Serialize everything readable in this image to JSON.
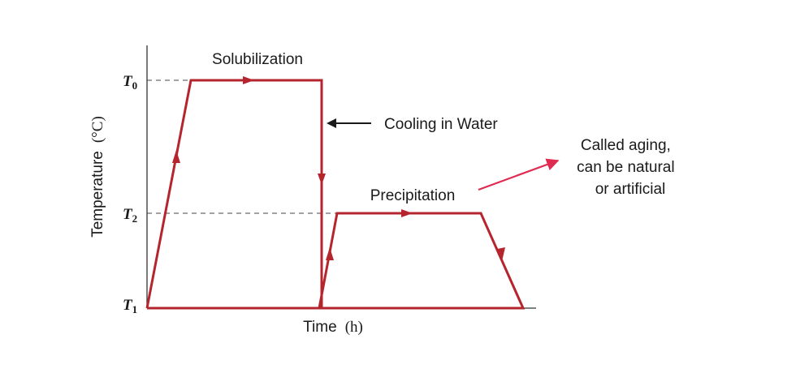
{
  "diagram": {
    "y_axis_label": {
      "word": "Temperature",
      "unit": "(°C)"
    },
    "x_axis_label": {
      "word": "Time",
      "unit": "(h)"
    },
    "y_ticks": [
      {
        "letter": "T",
        "subscript": "0"
      },
      {
        "letter": "T",
        "subscript": "2"
      },
      {
        "letter": "T",
        "subscript": "1"
      }
    ],
    "stage_labels": {
      "solubilization": "Solubilization",
      "cooling": "Cooling in Water",
      "precipitation": "Precipitation"
    },
    "note": {
      "line1": "Called aging,",
      "line2": "can be natural",
      "line3": "or artificial"
    },
    "colors": {
      "profile": "#b5252d",
      "pointer": "#e02a4f",
      "cooling_arrow": "#1a1a1a",
      "text": "#1a1a1a"
    }
  }
}
